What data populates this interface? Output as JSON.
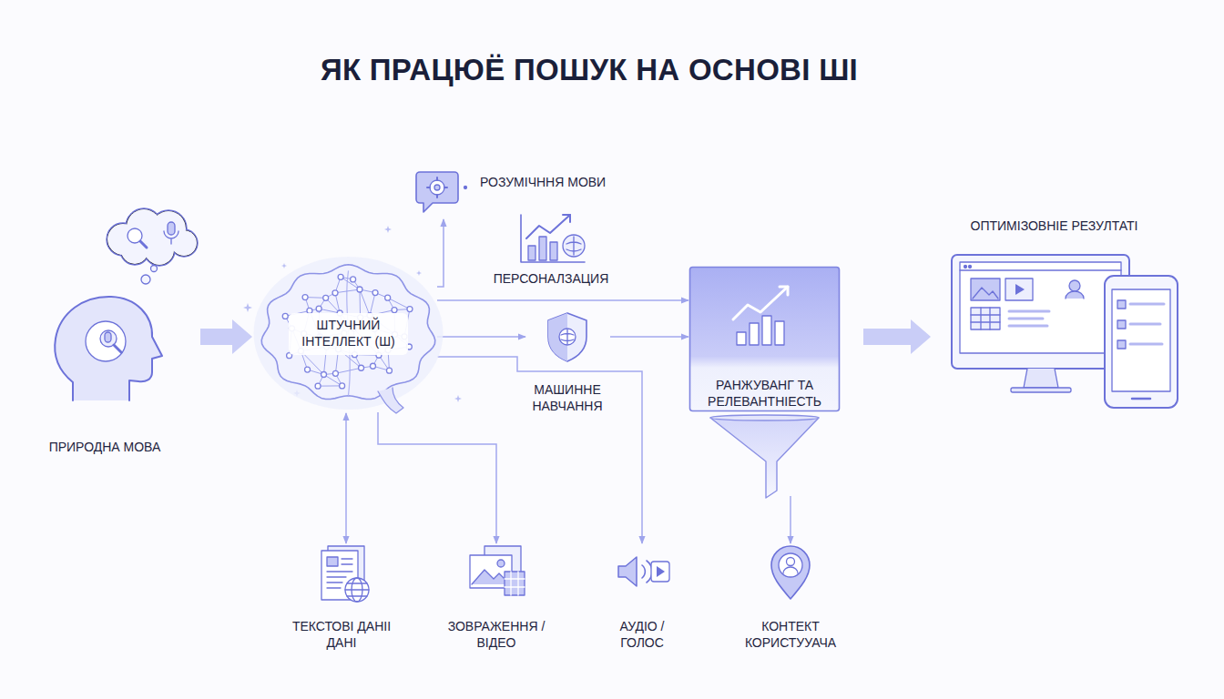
{
  "diagram": {
    "title": "ЯК ПРАЦЮЁ ПОШУК НА ОСНОВІ ШІ",
    "nodes": [
      {
        "text": [
          "ПРИРОДНА МОВА"
        ]
      },
      {
        "text": [
          "ШТУЧНИЙ ІНТЕЛЛЕКТ (Ш)"
        ]
      },
      {
        "text": [
          "РОЗУМІЧННЯ МОВИ"
        ]
      },
      {
        "text": [
          "ПЕРСОНАЛЗАЦИЯ"
        ]
      },
      {
        "text": [
          "МАШИННЕ НАВЧАННЯ"
        ]
      },
      {
        "text": [
          "РАНЖУВАНГ ТА РЕЛЕВАНТНІЕСТЬ"
        ]
      },
      {
        "text": [
          "ОПТИМІЗОВНІЕ РЕЗУЛТАТІ"
        ]
      },
      {
        "text": [
          "ТЕКСТОВІ ДАНІІ ДАНІ"
        ]
      },
      {
        "text": [
          "ЗОВРАЖЕННЯ / ВІДЕО"
        ]
      },
      {
        "text": [
          "АУДІО / ГОЛОС"
        ]
      },
      {
        "text": [
          "КОНТЕКТ КОРИСТУУАЧА"
        ]
      }
    ],
    "edges": [
      {
        "from": 0,
        "to": 1,
        "arrow": "to"
      },
      {
        "from": 1,
        "to": 2,
        "arrow": "to"
      },
      {
        "from": 1,
        "to": 5,
        "arrow": "to"
      },
      {
        "from": 1,
        "to": 4,
        "arrow": "to"
      },
      {
        "from": 4,
        "to": 5,
        "arrow": "to"
      },
      {
        "from": 1,
        "to": 7,
        "arrow": "both"
      },
      {
        "from": 1,
        "to": 8,
        "arrow": "to"
      },
      {
        "from": 1,
        "to": 9,
        "arrow": "to"
      },
      {
        "from": 5,
        "to": 10,
        "arrow": "to"
      },
      {
        "from": 5,
        "to": 6,
        "arrow": "to"
      }
    ]
  }
}
